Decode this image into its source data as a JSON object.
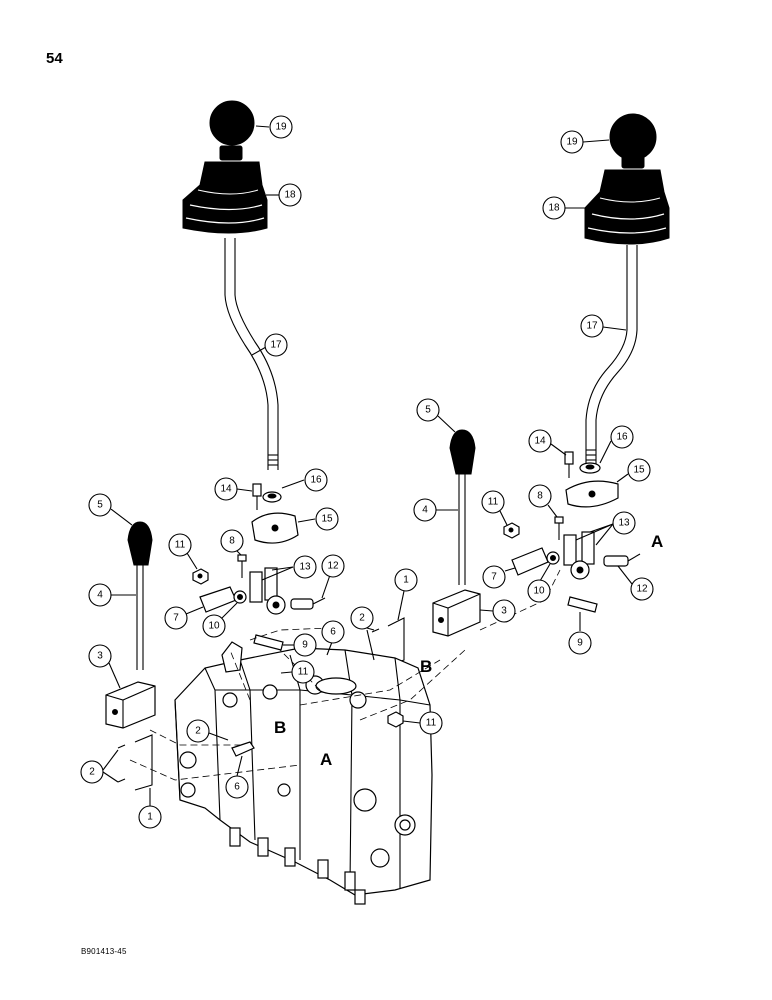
{
  "page": {
    "number": "54",
    "figure_code": "B901413-45"
  },
  "callouts": {
    "c1": "1",
    "c2": "2",
    "c3": "3",
    "c4": "4",
    "c5": "5",
    "c6": "6",
    "c7": "7",
    "c8": "8",
    "c9": "9",
    "c10": "10",
    "c11": "11",
    "c12": "12",
    "c13": "13",
    "c14": "14",
    "c15": "15",
    "c16": "16",
    "c17": "17",
    "c18": "18",
    "c19": "19"
  },
  "letters": {
    "a": "A",
    "b": "B"
  }
}
